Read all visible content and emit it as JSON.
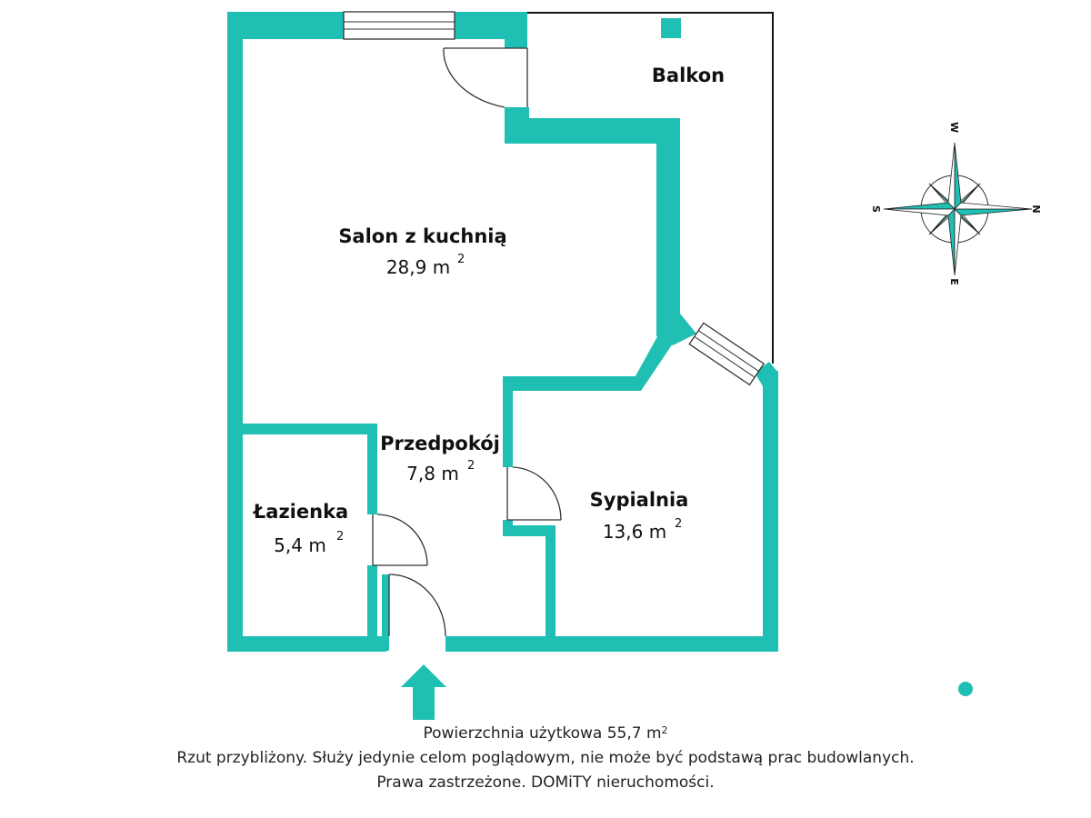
{
  "colors": {
    "wall": "#1fbfb4",
    "outline": "#111111",
    "background": "#ffffff"
  },
  "rooms": {
    "balkon": {
      "name": "Balkon"
    },
    "salon": {
      "name": "Salon z kuchnią",
      "area": "28,9 m",
      "unit_exp": "2"
    },
    "przedpokoj": {
      "name": "Przedpokój",
      "area": "7,8 m",
      "unit_exp": "2"
    },
    "lazienka": {
      "name": "Łazienka",
      "area": "5,4 m",
      "unit_exp": "2"
    },
    "sypialnia": {
      "name": "Sypialnia",
      "area": "13,6 m",
      "unit_exp": "2"
    }
  },
  "compass": {
    "top": "W",
    "right": "N",
    "bottom": "E",
    "left": "S"
  },
  "entrance": {
    "icon": "entrance-arrow-icon"
  },
  "footer": {
    "total_label": "Powierzchnia użytkowa 55,7 m",
    "total_exp": "2",
    "disclaimer": "Rzut przybliżony. Służy jedynie celom poglądowym, nie może być podstawą prac budowlanych.",
    "rights": "Prawa zastrzeżone. DOMiTY nieruchomości."
  }
}
